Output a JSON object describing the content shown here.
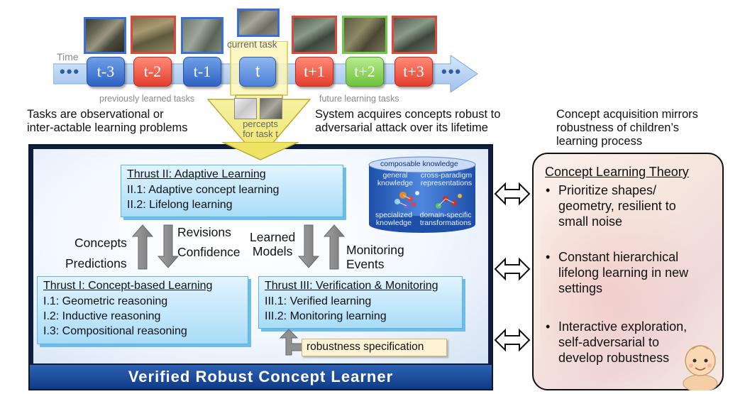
{
  "timeline": {
    "time_label": "Time",
    "steps": [
      {
        "label": "t-3",
        "color": "#3f74d6"
      },
      {
        "label": "t-2",
        "color": "#e8503e"
      },
      {
        "label": "t-1",
        "color": "#3f74d6"
      },
      {
        "label": "t",
        "color": "#4c7fd6"
      },
      {
        "label": "t+1",
        "color": "#e8503e"
      },
      {
        "label": "t+2",
        "color": "#7fcf4e"
      },
      {
        "label": "t+3",
        "color": "#e8503e"
      }
    ],
    "current_task_label": "current task",
    "previously_learned": "previously learned tasks",
    "future_learning": "future learning tasks",
    "percepts_label": "percepts\nfor task t"
  },
  "notes": {
    "left": "Tasks are observational or\ninter-actable learning problems",
    "middle": "System acquires concepts robust to\nadversarial attack over its lifetime",
    "right": "Concept acquisition mirrors\nrobustness of children’s\nlearning process"
  },
  "main": {
    "title": "Verified Robust Concept Learner",
    "thrust2": {
      "title": "Thrust II: Adaptive Learning",
      "items": [
        "II.1: Adaptive concept learning",
        "II.2: Lifelong learning"
      ]
    },
    "thrust1": {
      "title": "Thrust I: Concept-based Learning",
      "items": [
        "I.1: Geometric reasoning",
        "I.2: Inductive reasoning",
        "I.3: Compositional reasoning"
      ]
    },
    "thrust3": {
      "title": "Thrust III: Verification & Monitoring",
      "items": [
        "III.1: Verified learning",
        "III.2: Monitoring learning"
      ]
    },
    "flows": {
      "concepts": "Concepts",
      "predictions": "Predictions",
      "revisions": "Revisions",
      "confidence": "Confidence",
      "learned_models": "Learned\nModels",
      "monitoring_events": "Monitoring\nEvents"
    },
    "robustness": "robustness specification",
    "knowledge": {
      "top": "composable knowledge",
      "general": "general\nknowledge",
      "cross": "cross-paradigm\nrepresentations",
      "specialized": "specialized\nknowledge",
      "domain": "domain-specific\ntransformations"
    }
  },
  "right_panel": {
    "title": "Concept Learning Theory",
    "bullets": [
      "Prioritize shapes/\ngeometry, resilient to\nsmall noise",
      "Constant hierarchical\nlifelong learning in new\nsettings",
      "Interactive exploration,\nself-adversarial to\ndevelop robustness"
    ]
  }
}
